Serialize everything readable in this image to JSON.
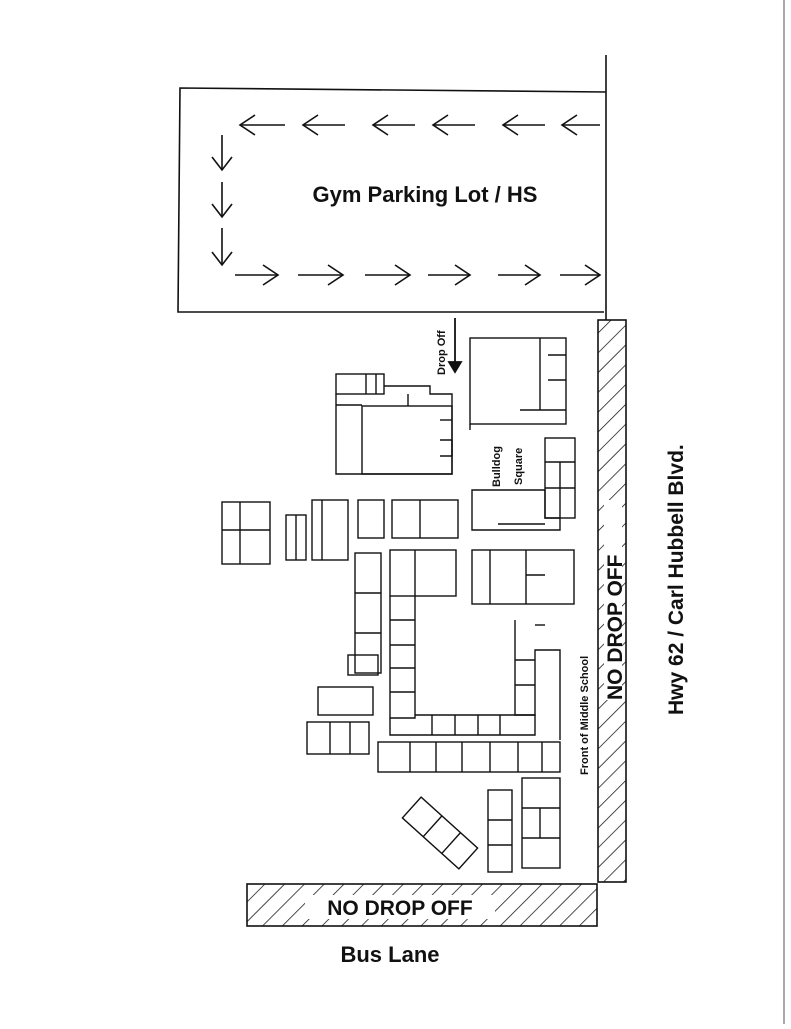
{
  "labels": {
    "gym_lot": "Gym Parking Lot / HS",
    "drop_off": "Drop Off",
    "bulldog_line1": "Bulldog",
    "bulldog_line2": "Square",
    "front_ms": "Front of Middle School",
    "no_drop_right": "NO DROP OFF",
    "no_drop_bottom": "NO DROP OFF",
    "highway": "Hwy 62 / Carl Hubbell Blvd.",
    "bus_lane": "Bus Lane"
  },
  "colors": {
    "ink": "#111111",
    "paper": "#ffffff"
  },
  "icons": {
    "lot_arrow": "arrow-icon",
    "drop_arrow": "arrow-down-icon"
  }
}
